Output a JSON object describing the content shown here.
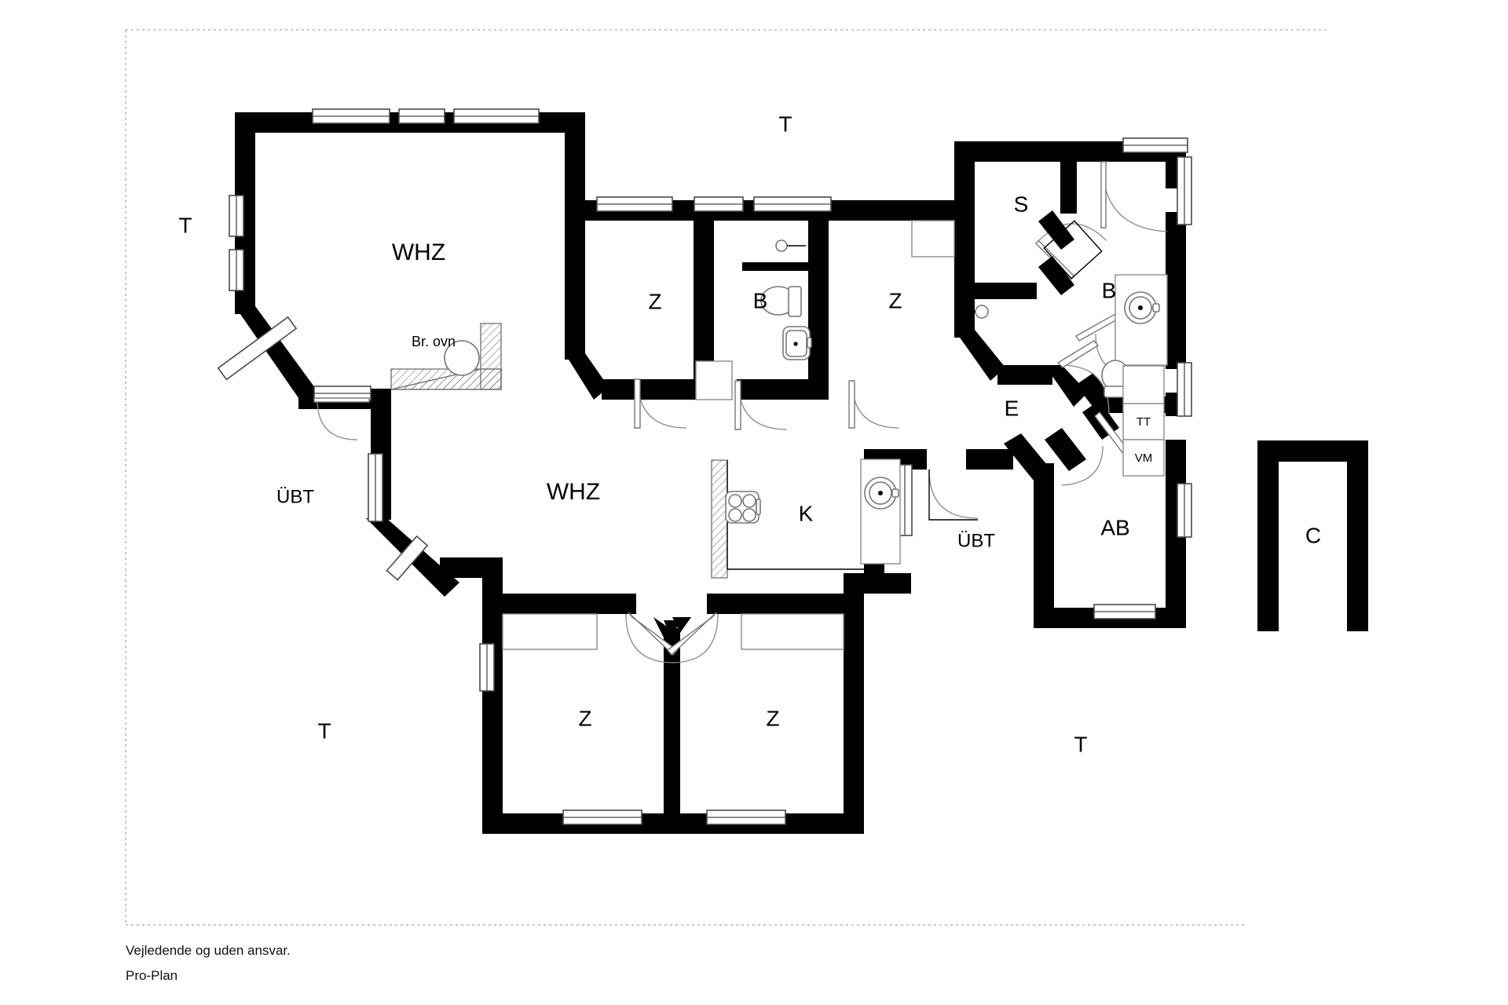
{
  "document": {
    "type": "floor-plan",
    "caption_line_1": "Vejledende og uden ansvar.",
    "caption_line_2": "Pro-Plan",
    "ink_color": "#000000",
    "background_color": "#ffffff",
    "border_color": "#b9b9b9"
  },
  "rooms": [
    {
      "id": "whz-upper",
      "label": "WHZ",
      "name": "living-room-upper"
    },
    {
      "id": "whz-lower",
      "label": "WHZ",
      "name": "living-room-lower"
    },
    {
      "id": "stove",
      "label": "Br. ovn",
      "name": "wood-stove-label"
    },
    {
      "id": "z-top-left",
      "label": "Z",
      "name": "bedroom-top-left"
    },
    {
      "id": "b-mid",
      "label": "B",
      "name": "bathroom-middle"
    },
    {
      "id": "z-top-mid",
      "label": "Z",
      "name": "bedroom-top-middle"
    },
    {
      "id": "s-room",
      "label": "S",
      "name": "sauna-room"
    },
    {
      "id": "b-right",
      "label": "B",
      "name": "bathroom-right"
    },
    {
      "id": "e-room",
      "label": "E",
      "name": "entrance-hall"
    },
    {
      "id": "ab-room",
      "label": "AB",
      "name": "utility-room"
    },
    {
      "id": "ubt-left",
      "label": "ÜBT",
      "name": "covered-terrace-left"
    },
    {
      "id": "ubt-right",
      "label": "ÜBT",
      "name": "covered-terrace-right"
    },
    {
      "id": "k-room",
      "label": "K",
      "name": "kitchen"
    },
    {
      "id": "z-bot-left",
      "label": "Z",
      "name": "bedroom-bottom-left"
    },
    {
      "id": "z-bot-right",
      "label": "Z",
      "name": "bedroom-bottom-right"
    },
    {
      "id": "carport",
      "label": "C",
      "name": "carport"
    }
  ],
  "appliances": [
    {
      "id": "tt",
      "label": "TT",
      "name": "tumble-dryer"
    },
    {
      "id": "vm",
      "label": "VM",
      "name": "washing-machine"
    }
  ],
  "terrace_markers": [
    {
      "id": "t-left",
      "label": "T",
      "name": "terrace-west"
    },
    {
      "id": "t-top",
      "label": "T",
      "name": "terrace-north"
    },
    {
      "id": "t-bottom-left",
      "label": "T",
      "name": "terrace-southwest"
    },
    {
      "id": "t-bottom-right",
      "label": "T",
      "name": "terrace-southeast"
    }
  ],
  "labels": {
    "whz_upper": "WHZ",
    "whz_lower": "WHZ",
    "stove": "Br. ovn",
    "z_top_left": "Z",
    "b_mid": "B",
    "z_top_mid": "Z",
    "s": "S",
    "b_right": "B",
    "e": "E",
    "ab": "AB",
    "ubt_left": "ÜBT",
    "ubt_right": "ÜBT",
    "k": "K",
    "z_bot_left": "Z",
    "z_bot_right": "Z",
    "c": "C",
    "tt": "TT",
    "vm": "VM",
    "t_left": "T",
    "t_top": "T",
    "t_bottom_left": "T",
    "t_bottom_right": "T"
  }
}
